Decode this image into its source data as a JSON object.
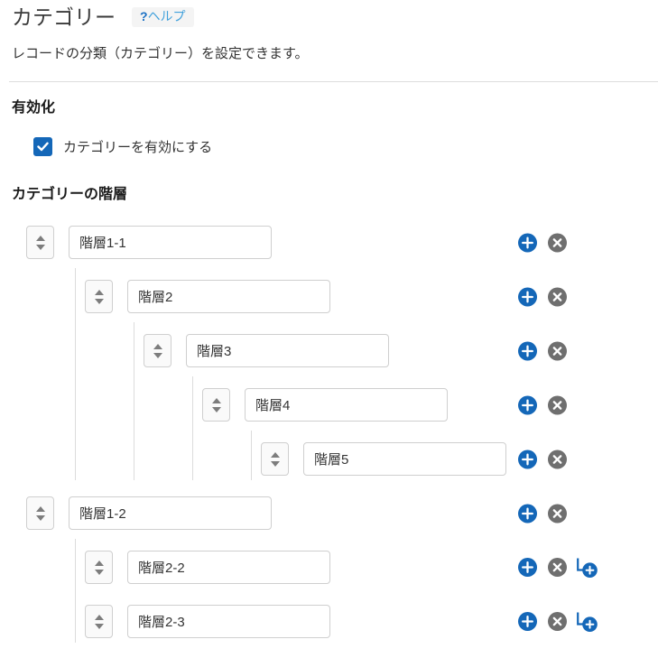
{
  "page": {
    "title": "カテゴリー",
    "help": {
      "q": "?",
      "label": "ヘルプ"
    },
    "description": "レコードの分類（カテゴリー）を設定できます。"
  },
  "activation": {
    "heading": "有効化",
    "checkbox_label": "カテゴリーを有効にする",
    "checked": true
  },
  "hierarchy": {
    "heading": "カテゴリーの階層",
    "rows": [
      {
        "value": "階層1-1",
        "level": 0,
        "add_child": false
      },
      {
        "value": "階層2",
        "level": 1,
        "add_child": false
      },
      {
        "value": "階層3",
        "level": 2,
        "add_child": false
      },
      {
        "value": "階層4",
        "level": 3,
        "add_child": false
      },
      {
        "value": "階層5",
        "level": 4,
        "add_child": false
      },
      {
        "value": "階層1-2",
        "level": 0,
        "add_child": false
      },
      {
        "value": "階層2-2",
        "level": 1,
        "add_child": true
      },
      {
        "value": "階層2-3",
        "level": 1,
        "add_child": true
      }
    ],
    "icons": {
      "add": "plus-circle",
      "remove": "x-circle",
      "add_child": "branch-plus-circle"
    }
  },
  "colors": {
    "primary_blue": "#1467b8",
    "icon_gray": "#6f6f6f",
    "help_q_blue": "#1a70c4",
    "help_text_blue": "#41a1dc",
    "connector_gray": "#dcdcdc"
  }
}
